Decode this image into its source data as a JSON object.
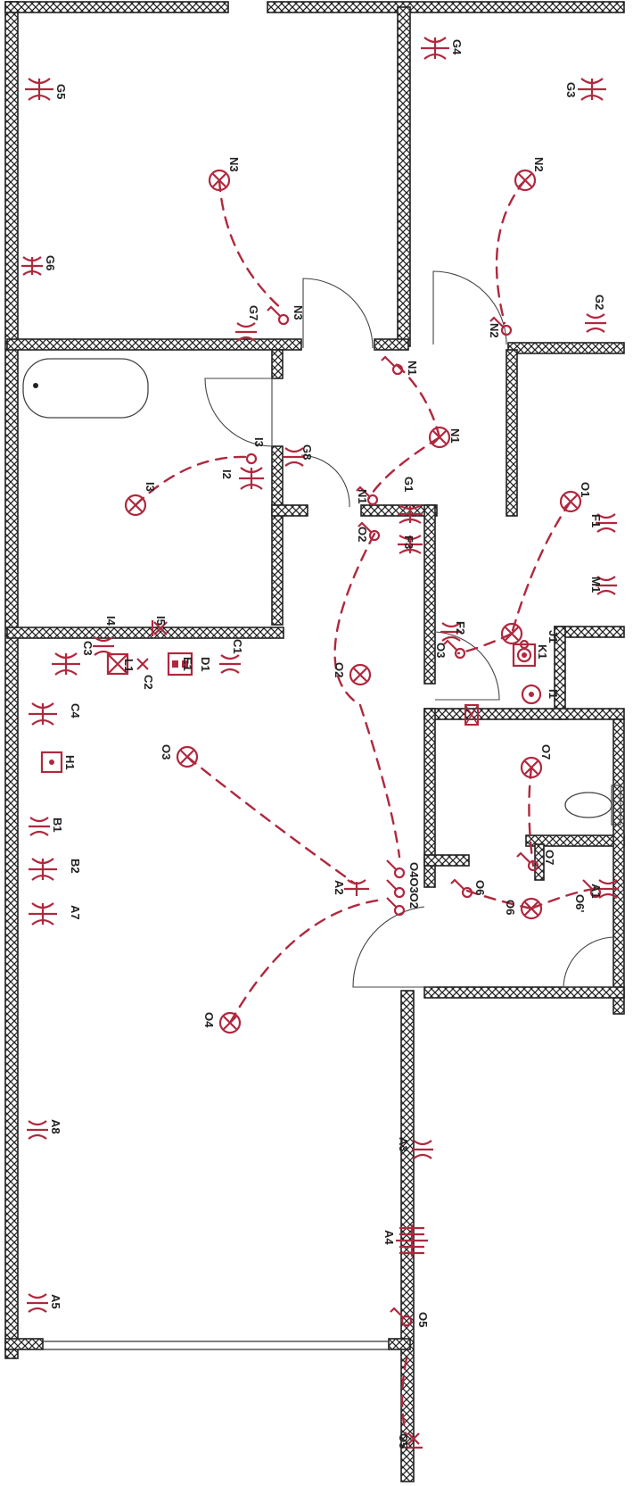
{
  "plan": {
    "symbol_color": "#b0283e",
    "wall_color": "#222222",
    "lamps": [
      {
        "label": "N3"
      },
      {
        "label": "N2"
      },
      {
        "label": "N1"
      },
      {
        "label": "I3"
      },
      {
        "label": "O1"
      },
      {
        "label": "O2"
      },
      {
        "label": "O3"
      },
      {
        "label": "O4"
      },
      {
        "label": "O6"
      },
      {
        "label": "O7"
      }
    ],
    "sockets": [
      {
        "label": "G5"
      },
      {
        "label": "G6"
      },
      {
        "label": "G7"
      },
      {
        "label": "G4"
      },
      {
        "label": "G3"
      },
      {
        "label": "G2"
      },
      {
        "label": "G8"
      },
      {
        "label": "G1"
      },
      {
        "label": "I2"
      },
      {
        "label": "I4"
      },
      {
        "label": "C3"
      },
      {
        "label": "C1"
      },
      {
        "label": "C4"
      },
      {
        "label": "B1"
      },
      {
        "label": "B2"
      },
      {
        "label": "A7"
      },
      {
        "label": "A8"
      },
      {
        "label": "A5"
      },
      {
        "label": "A3"
      },
      {
        "label": "A4"
      },
      {
        "label": "F3"
      },
      {
        "label": "F2"
      },
      {
        "label": "F1"
      },
      {
        "label": "M1"
      },
      {
        "label": "A1"
      },
      {
        "label": "A2"
      }
    ],
    "switches": [
      {
        "label": "N3"
      },
      {
        "label": "N2"
      },
      {
        "label": "N1"
      },
      {
        "label": "N1"
      },
      {
        "label": "I3"
      },
      {
        "label": "O2"
      },
      {
        "label": "O3"
      },
      {
        "label": "O4O3O2"
      },
      {
        "label": "O6"
      },
      {
        "label": "O6'"
      },
      {
        "label": "O7"
      },
      {
        "label": "O5"
      }
    ],
    "boxes": [
      {
        "label": "L1"
      },
      {
        "label": "C2"
      },
      {
        "label": "I5"
      },
      {
        "label": "E1"
      },
      {
        "label": "D1"
      },
      {
        "label": "H1"
      },
      {
        "label": "K1"
      },
      {
        "label": "J1"
      },
      {
        "label": "I1"
      },
      {
        "label": "O5"
      }
    ]
  }
}
